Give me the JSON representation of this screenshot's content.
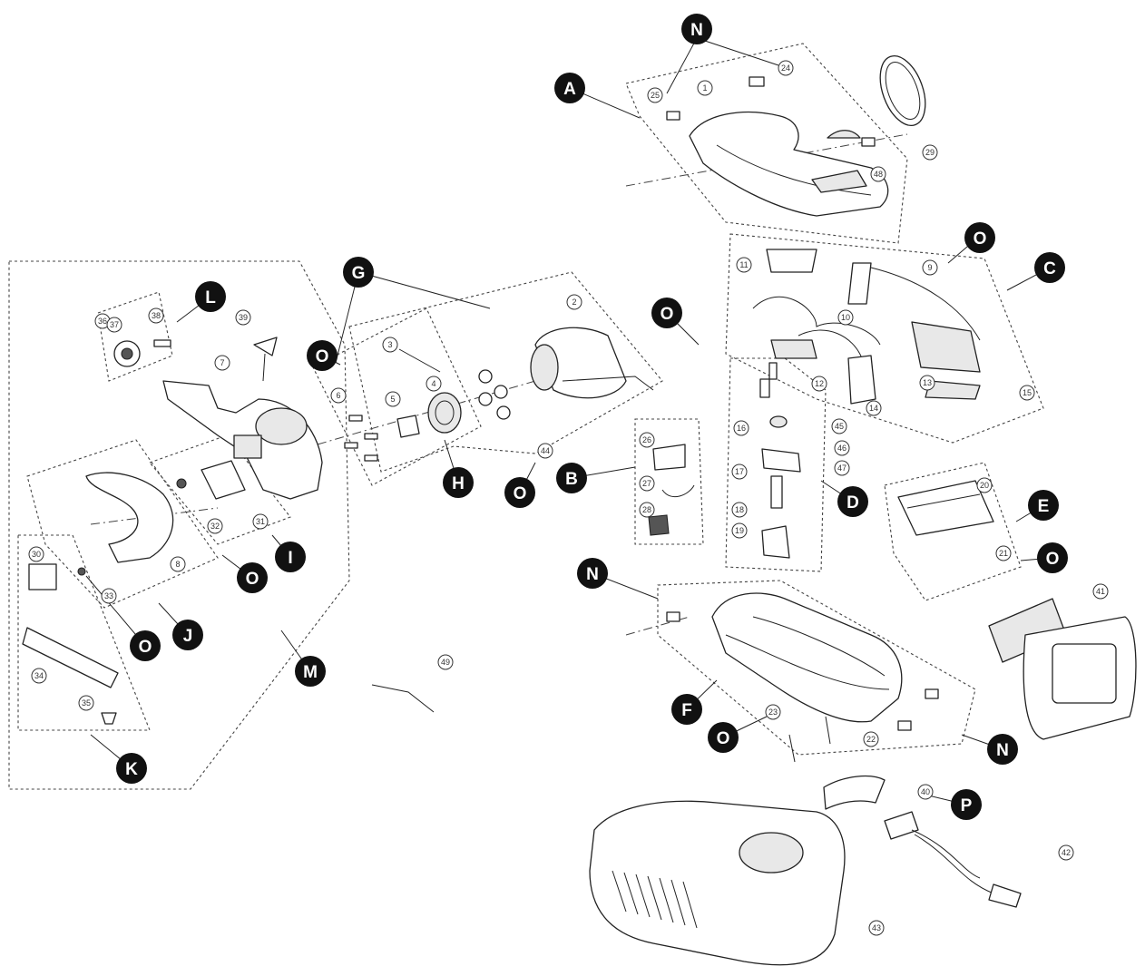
{
  "letters": [
    {
      "id": "A",
      "text": "A"
    },
    {
      "id": "B",
      "text": "B"
    },
    {
      "id": "C",
      "text": "C"
    },
    {
      "id": "D",
      "text": "D"
    },
    {
      "id": "E",
      "text": "E"
    },
    {
      "id": "F",
      "text": "F"
    },
    {
      "id": "G",
      "text": "G"
    },
    {
      "id": "H",
      "text": "H"
    },
    {
      "id": "I",
      "text": "I"
    },
    {
      "id": "J",
      "text": "J"
    },
    {
      "id": "K",
      "text": "K"
    },
    {
      "id": "L",
      "text": "L"
    },
    {
      "id": "M",
      "text": "M"
    },
    {
      "id": "N",
      "text": "N"
    },
    {
      "id": "O",
      "text": "O"
    },
    {
      "id": "P",
      "text": "P"
    }
  ],
  "part_numbers": [
    "1",
    "2",
    "3",
    "4",
    "5",
    "6",
    "7",
    "8",
    "9",
    "10",
    "11",
    "12",
    "13",
    "14",
    "15",
    "16",
    "17",
    "18",
    "19",
    "20",
    "21",
    "22",
    "23",
    "24",
    "25",
    "26",
    "27",
    "28",
    "29",
    "30",
    "31",
    "32",
    "33",
    "34",
    "35",
    "36",
    "37",
    "38",
    "39",
    "40",
    "41",
    "42",
    "43",
    "44",
    "45",
    "46",
    "47",
    "48",
    "49"
  ]
}
